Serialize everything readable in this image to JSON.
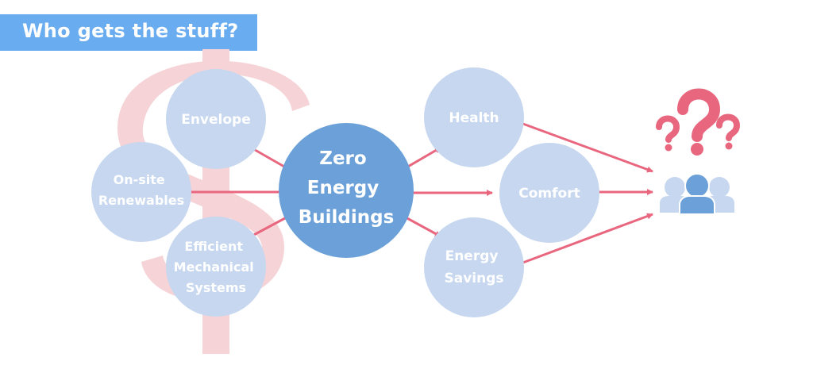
{
  "title": "Who gets the stuff?",
  "colors": {
    "banner": "#6aacf0",
    "node": "#c6d7ef",
    "center_node": "#6ba0d8",
    "arrow": "#e8677f",
    "dollar": "#f6d3d6",
    "question": "#e8677f",
    "people_side": "#c6d7ef",
    "people_center": "#6ba0d8"
  },
  "icons": [
    "dollar-sign-icon",
    "question-marks-icon",
    "people-group-icon"
  ],
  "nodes": {
    "envelope": {
      "lines": [
        "Envelope"
      ]
    },
    "renewables": {
      "lines": [
        "On-site",
        "Renewables"
      ]
    },
    "mechanical": {
      "lines": [
        "Efficient",
        "Mechanical",
        "Systems"
      ]
    },
    "zeb": {
      "lines": [
        "Zero",
        "Energy",
        "Buildings"
      ]
    },
    "health": {
      "lines": [
        "Health"
      ]
    },
    "comfort": {
      "lines": [
        "Comfort"
      ]
    },
    "savings": {
      "lines": [
        "Energy",
        "Savings"
      ]
    }
  }
}
